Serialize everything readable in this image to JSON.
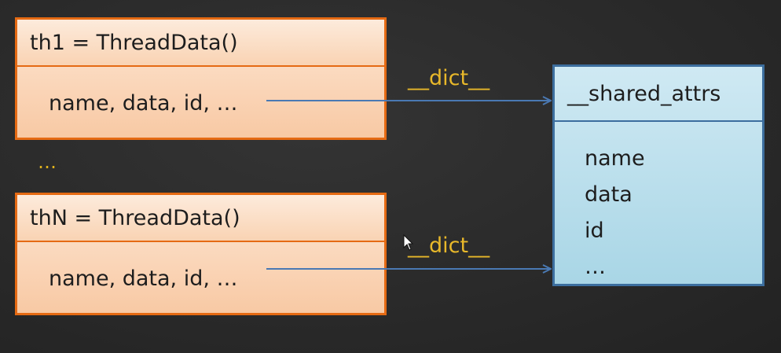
{
  "boxes": [
    {
      "title": "th1 = ThreadData()",
      "body": "name, data, id, …"
    },
    {
      "title": "thN = ThreadData()",
      "body": "name, data, id, …"
    }
  ],
  "middle_ellipsis": "…",
  "edges": [
    {
      "label": "__dict__"
    },
    {
      "label": "__dict__"
    }
  ],
  "shared": {
    "title": "__shared_attrs",
    "items": [
      "name",
      "data",
      "id",
      "…"
    ]
  },
  "colors": {
    "background": "#2b2b2b",
    "object_border": "#e56a13",
    "object_fill": "#f8c9a4",
    "shared_border": "#3c6e9e",
    "shared_fill": "#a9d6e6",
    "edge_label": "#e8b82a",
    "arrow": "#4a79b3"
  }
}
